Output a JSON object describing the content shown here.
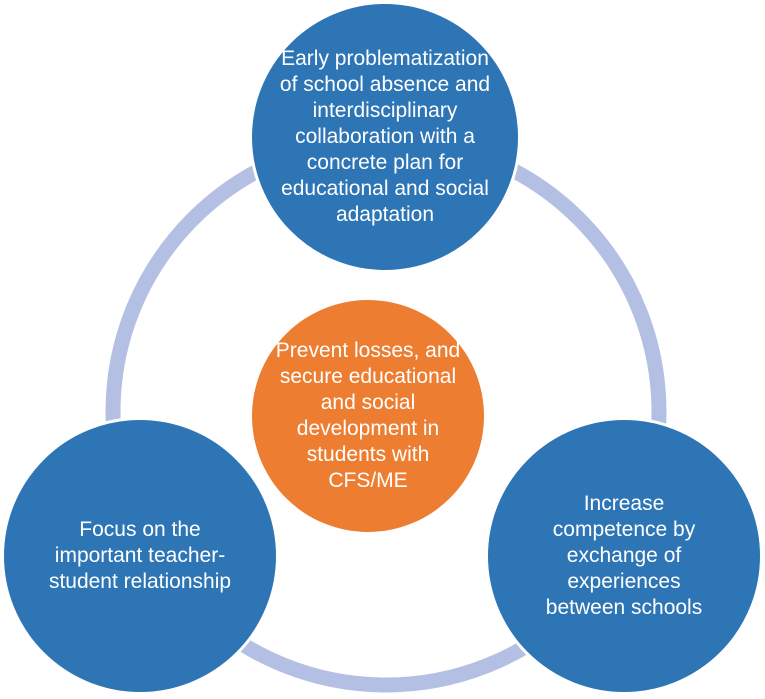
{
  "diagram": {
    "colors": {
      "ring": "#b4c0e3",
      "node": "#2e75b6",
      "center": "#ed7d31",
      "text": "#ffffff"
    },
    "center": {
      "text": "Prevent losses, and secure educational and social development in students with CFS/ME"
    },
    "nodes": {
      "top": {
        "text": "Early problematization of school absence and interdisciplinary collaboration with a concrete plan for educational and social adaptation"
      },
      "left": {
        "text": "Focus on the important teacher-student relationship"
      },
      "right": {
        "text": "Increase competence by exchange of experiences between schools"
      }
    }
  }
}
